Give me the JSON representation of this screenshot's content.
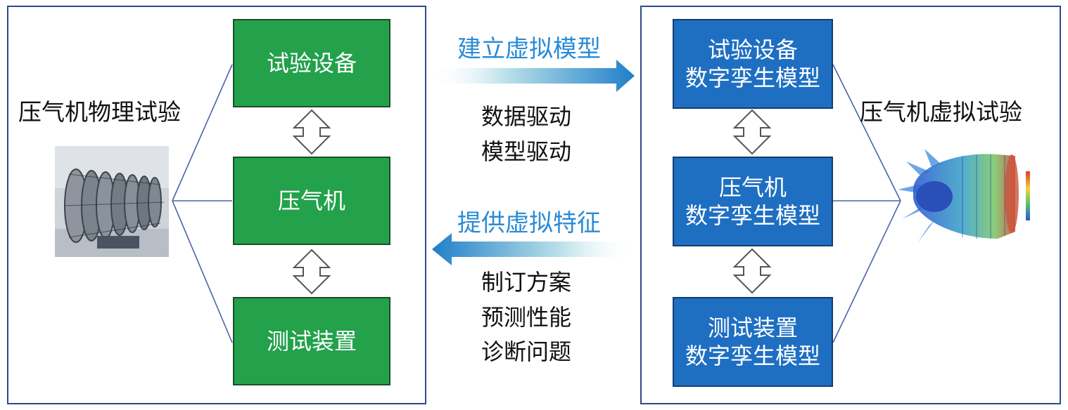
{
  "left": {
    "title": "压气机物理试验",
    "boxes": [
      "试验设备",
      "压气机",
      "测试装置"
    ]
  },
  "right": {
    "title": "压气机虚拟试验",
    "boxes": [
      {
        "line1": "试验设备",
        "line2": "数字孪生模型"
      },
      {
        "line1": "压气机",
        "line2": "数字孪生模型"
      },
      {
        "line1": "测试装置",
        "line2": "数字孪生模型"
      }
    ]
  },
  "middle": {
    "top_arrow_label": "建立虚拟模型",
    "top_items": [
      "数据驱动",
      "模型驱动"
    ],
    "bottom_arrow_label": "提供虚拟特征",
    "bottom_items": [
      "制订方案",
      "预测性能",
      "诊断问题"
    ]
  },
  "colors": {
    "green_box": "#23a14b",
    "blue_box": "#1e6fc2",
    "arrow_blue": "#1f7fc8",
    "border": "#2f4a8a"
  }
}
